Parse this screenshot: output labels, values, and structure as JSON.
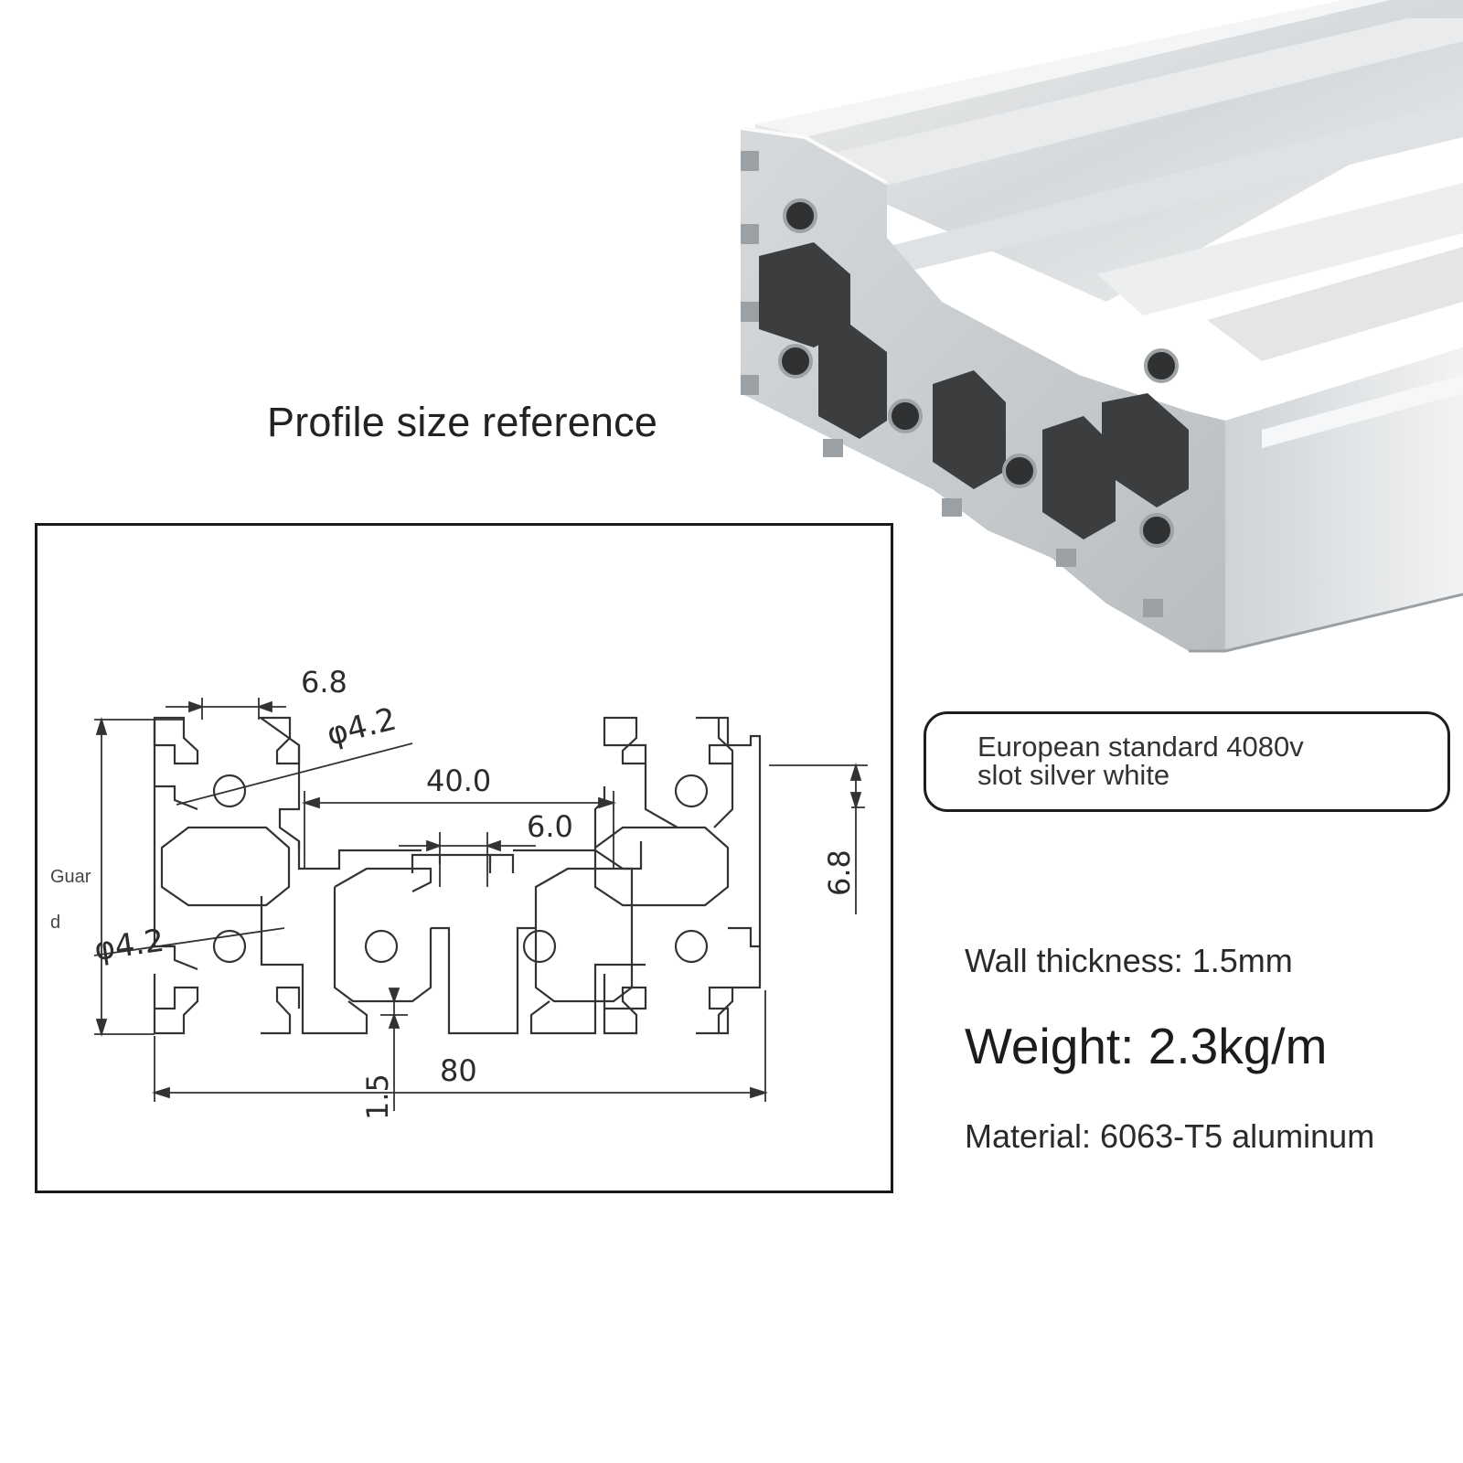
{
  "heading": "Profile size reference",
  "callout": {
    "line1": "European standard 4080v",
    "line2": "slot silver white"
  },
  "specs": {
    "wall": "Wall thickness: 1.5mm",
    "weight": "Weight: 2.3kg/m",
    "material": "Material: 6063-T5 aluminum"
  },
  "drawing": {
    "dim_slot_width": "6.8",
    "dim_hole_top": "φ4.2",
    "dim_center": "40.0",
    "dim_inner_slot": "6.0",
    "dim_side": "6.8",
    "dim_hole_left": "φ4.2",
    "dim_wall": "1.5",
    "dim_width": "80",
    "side_note_1": "Guar",
    "side_note_2": "d"
  },
  "colors": {
    "aluminum_light": "#e4e6e8",
    "aluminum_mid": "#c2c6c9",
    "aluminum_dark": "#8a8f93",
    "cavity": "#3b3d3f"
  }
}
